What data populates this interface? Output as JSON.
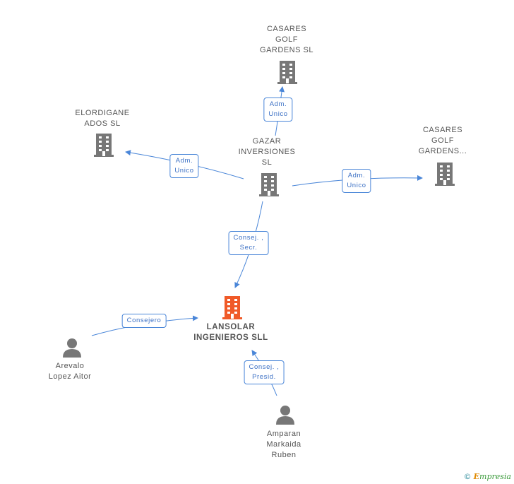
{
  "colors": {
    "edge": "#4a86d8",
    "company": "#777777",
    "main_company": "#f05a28",
    "person": "#777777"
  },
  "nodes": {
    "casares_top": {
      "label": [
        "CASARES",
        "GOLF",
        "GARDENS SL"
      ],
      "icon": "building-icon"
    },
    "elordiganeados": {
      "label": [
        "ELORDIGANE",
        "ADOS  SL"
      ],
      "icon": "building-icon"
    },
    "gazar": {
      "label": [
        "GAZAR",
        "INVERSIONES",
        "SL"
      ],
      "icon": "building-icon"
    },
    "casares_right": {
      "label": [
        "CASARES",
        "GOLF",
        "GARDENS..."
      ],
      "icon": "building-icon"
    },
    "lansolar": {
      "label": [
        "LANSOLAR",
        "INGENIEROS SLL"
      ],
      "icon": "building-icon"
    },
    "arevalo": {
      "label": [
        "Arevalo",
        "Lopez Aitor"
      ],
      "icon": "person-icon"
    },
    "amparan": {
      "label": [
        "Amparan",
        "Markaida",
        "Ruben"
      ],
      "icon": "person-icon"
    }
  },
  "edges": {
    "gazar_casares_top": [
      "Adm.",
      "Unico"
    ],
    "gazar_elordiganeados": [
      "Adm.",
      "Unico"
    ],
    "gazar_casares_right": [
      "Adm.",
      "Unico"
    ],
    "gazar_lansolar": [
      "Consej. ,",
      "Secr."
    ],
    "arevalo_lansolar": [
      "Consejero"
    ],
    "amparan_lansolar": [
      "Consej. ,",
      "Presid."
    ]
  },
  "watermark": {
    "copyright": "©",
    "brand_initial": "E",
    "brand_rest": "mpresia"
  }
}
